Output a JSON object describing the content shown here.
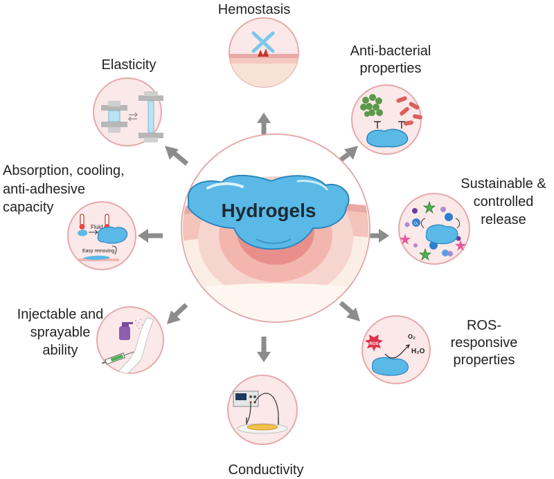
{
  "center": {
    "title": "Hydrogels"
  },
  "features": {
    "hemostasis": {
      "lines": [
        "Hemostasis"
      ]
    },
    "antibacterial": {
      "lines": [
        "Anti-bacterial",
        "properties"
      ]
    },
    "elasticity": {
      "lines": [
        "Elasticity"
      ]
    },
    "absorption": {
      "lines": [
        "Absorption, cooling,",
        "anti-adhesive",
        "capacity"
      ],
      "icon_labels": {
        "fluid": "Fluid",
        "easy_removing": "Easy removing"
      }
    },
    "release": {
      "lines": [
        "Sustainable &",
        "controlled",
        "release"
      ],
      "icon_labels": {
        "o2": "O₂"
      }
    },
    "injectable": {
      "lines": [
        "Injectable and",
        "sprayable",
        "ability"
      ]
    },
    "ros": {
      "lines": [
        "ROS-",
        "responsive",
        "properties"
      ],
      "icon_labels": {
        "ros": "ROS",
        "o2": "O₂",
        "h2o": "H₂O"
      }
    },
    "conductivity": {
      "lines": [
        "Conductivity"
      ]
    }
  },
  "colors": {
    "circle_fill": "#fbe8e8",
    "circle_stroke": "#e6a9ab",
    "hydrogel": "#5ab9e6",
    "hydrogel_dark": "#2b86bd",
    "arrow": "#8c8c8c",
    "skin": "#f1b7b2"
  }
}
